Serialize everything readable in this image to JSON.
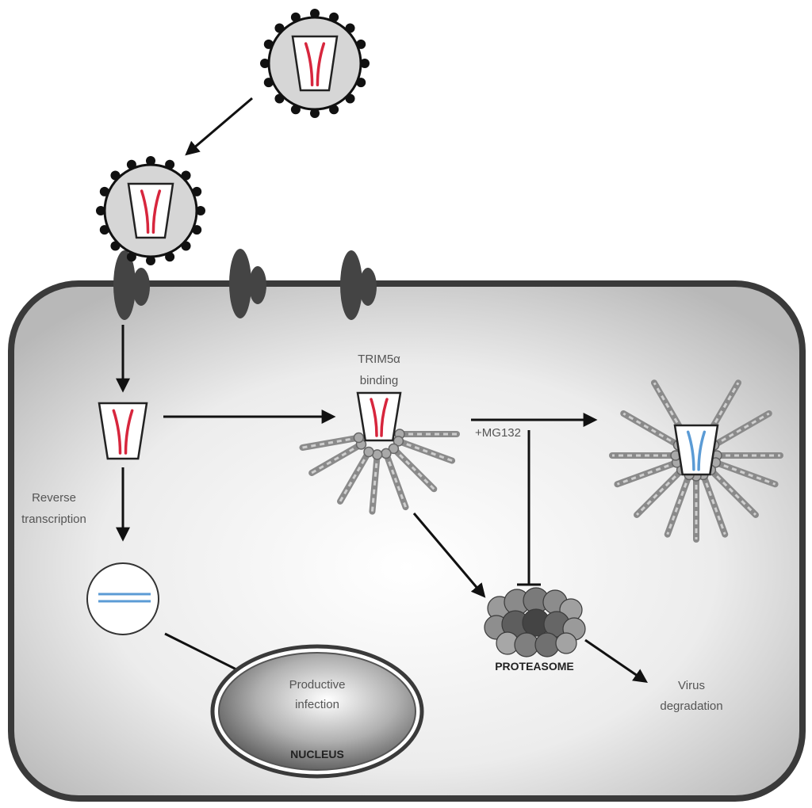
{
  "labels": {
    "trim_binding_line1": "TRIM5α",
    "trim_binding_line2": "binding",
    "reverse_transcription_line1": "Reverse",
    "reverse_transcription_line2": "transcription",
    "mg132": "+MG132",
    "proteasome": "PROTEASOME",
    "productive_infection_line1": "Productive",
    "productive_infection_line2": "infection",
    "nucleus": "NUCLEUS",
    "virus_degradation_line1": "Virus",
    "virus_degradation_line2": "degradation"
  },
  "colors": {
    "rna": "#d7263d",
    "dna": "#5b9bd5",
    "membrane": "#3a3a3a",
    "virion_fill": "#d6d6d6"
  }
}
